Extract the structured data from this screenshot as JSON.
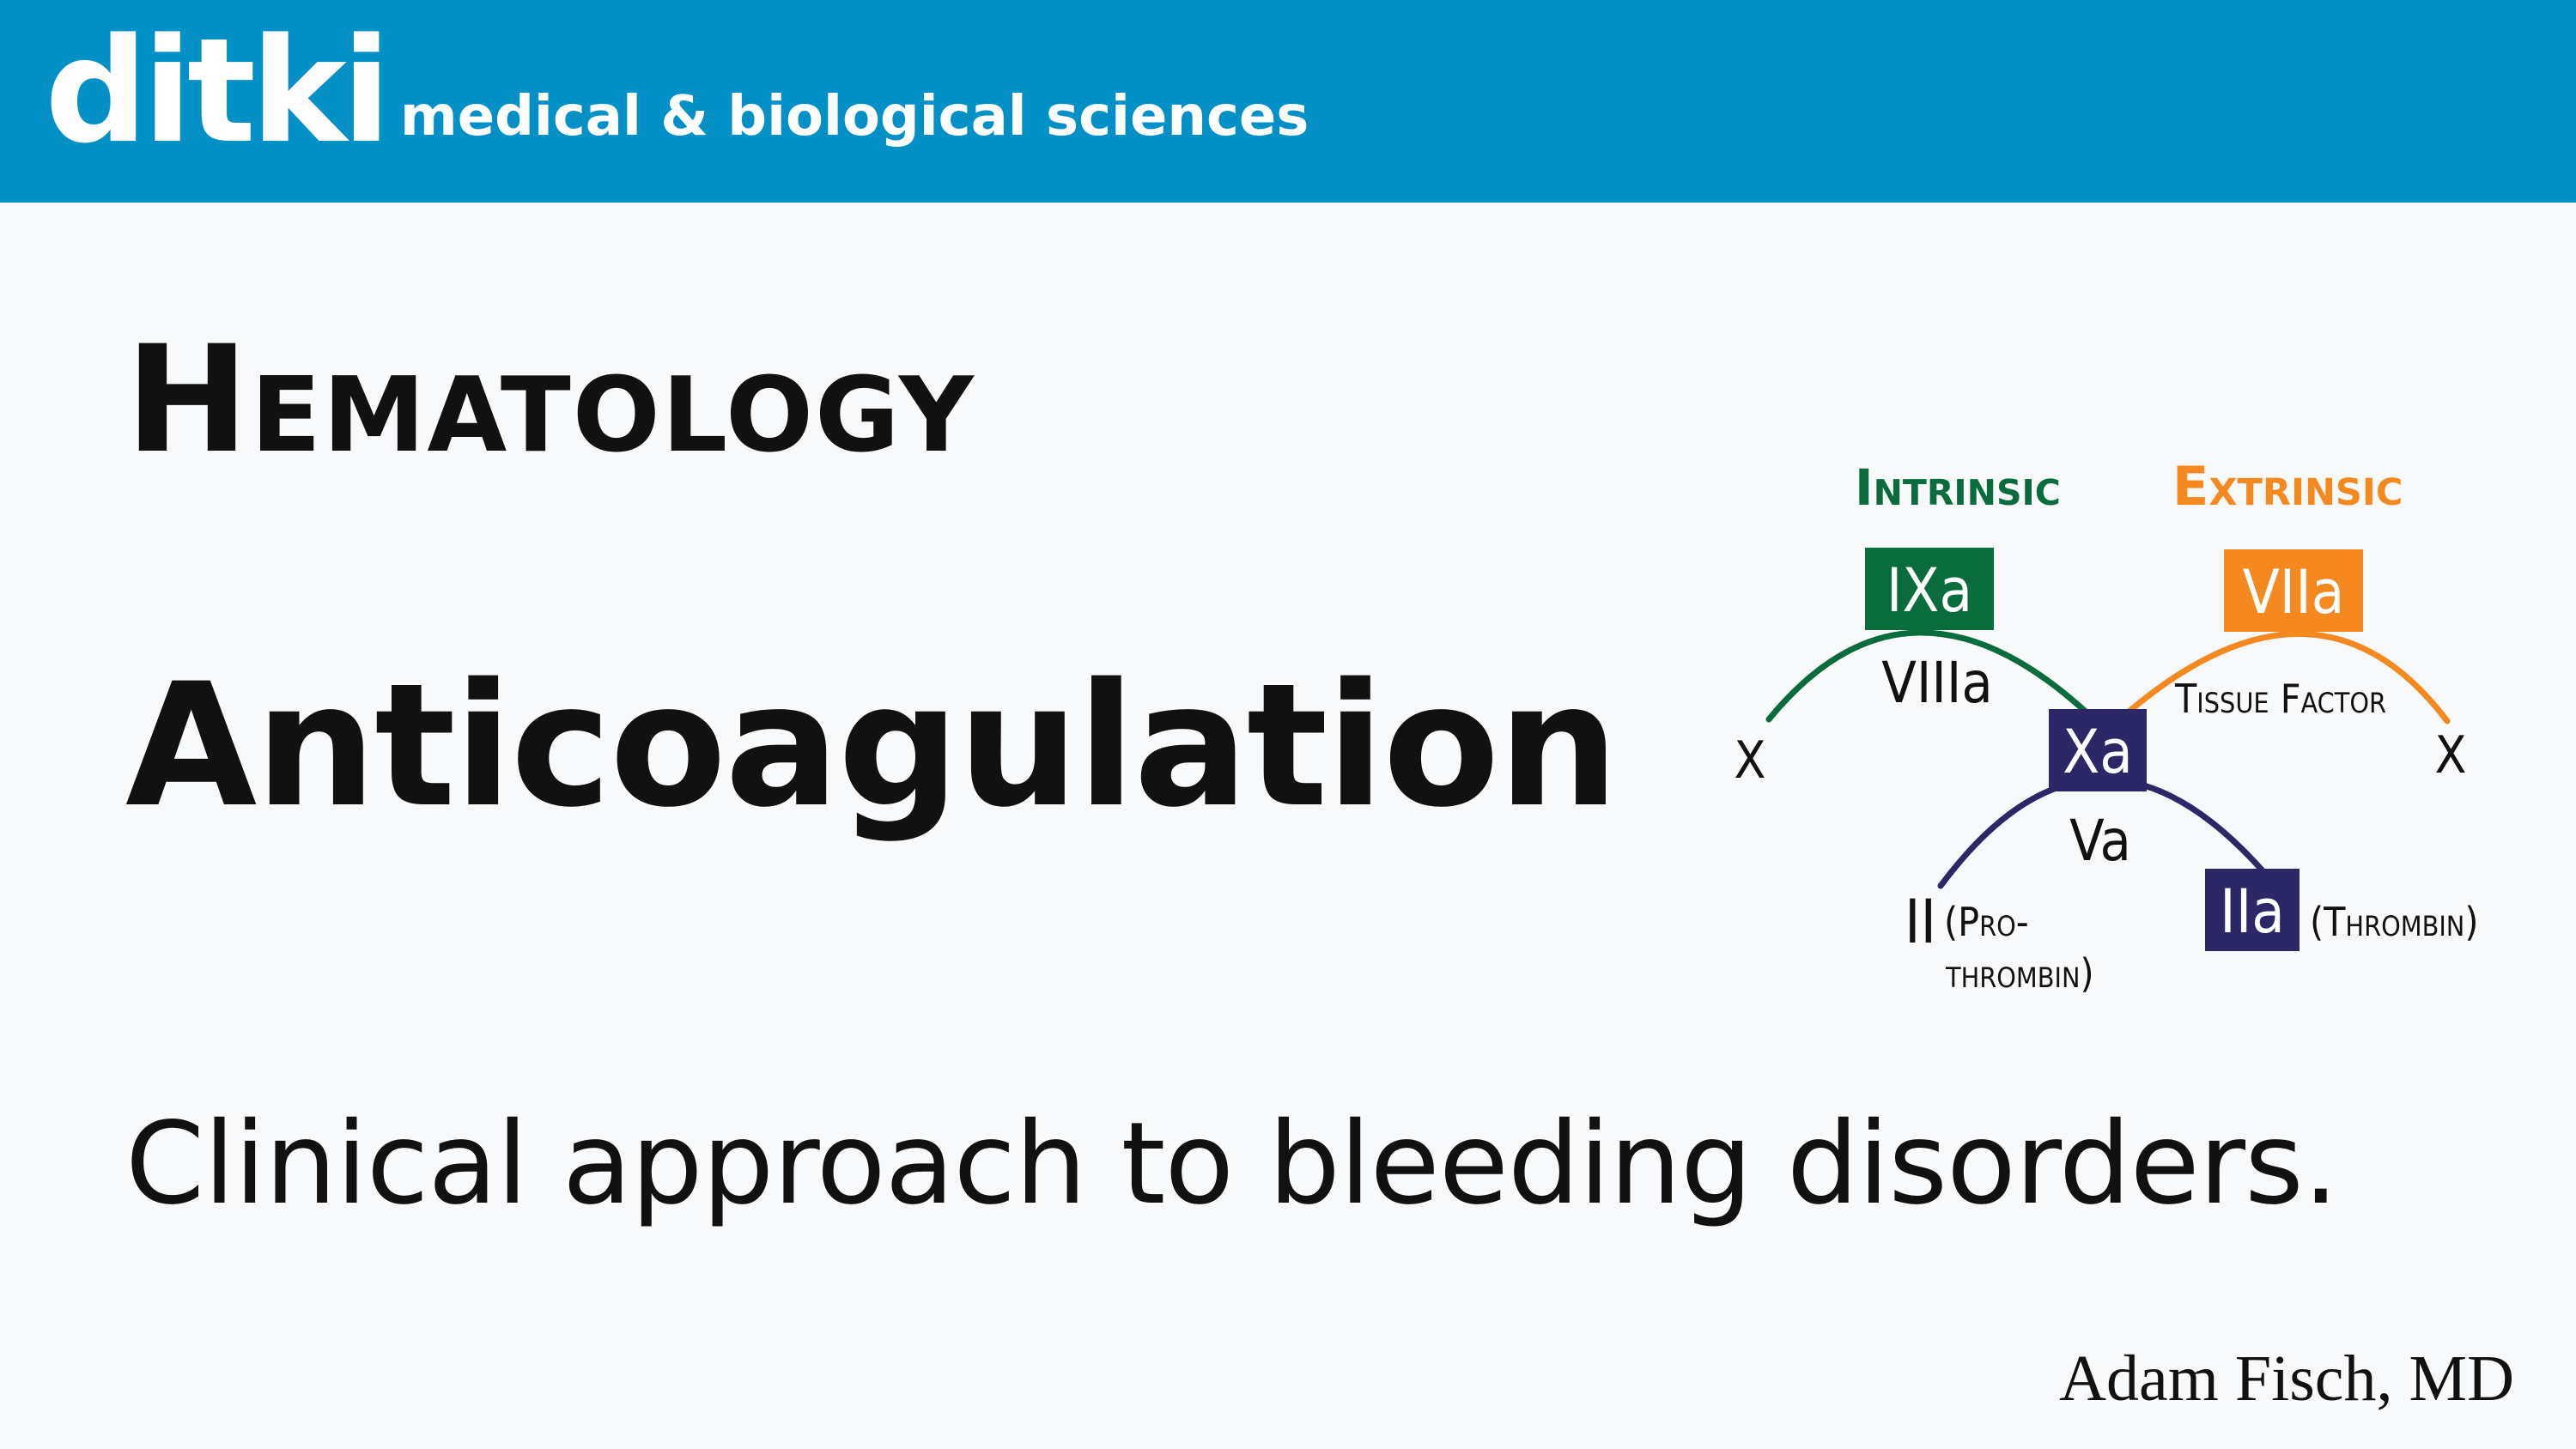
{
  "header": {
    "logo": "ditki",
    "tagline": "medical & biological sciences"
  },
  "subject": "Hematology",
  "topic": "Anticoagulation",
  "description": "Clinical approach to bleeding disorders.",
  "author": "Adam Fisch, MD",
  "diagram": {
    "intrinsic_label": "Intrinsic",
    "extrinsic_label": "Extrinsic",
    "ixa": "IXa",
    "viia": "VIIa",
    "viiia": "VIIIa",
    "tissue_factor": "Tissue Factor",
    "xa": "Xa",
    "va": "Va",
    "x_left": "X",
    "x_right": "X",
    "ii": "II",
    "prothrombin_line1": "(Pro-",
    "prothrombin_line2": "thrombin)",
    "iia": "IIa",
    "thrombin": "(Thrombin)",
    "colors": {
      "intrinsic": "#0a6b3c",
      "extrinsic": "#f5891f",
      "common": "#2c2766"
    }
  }
}
